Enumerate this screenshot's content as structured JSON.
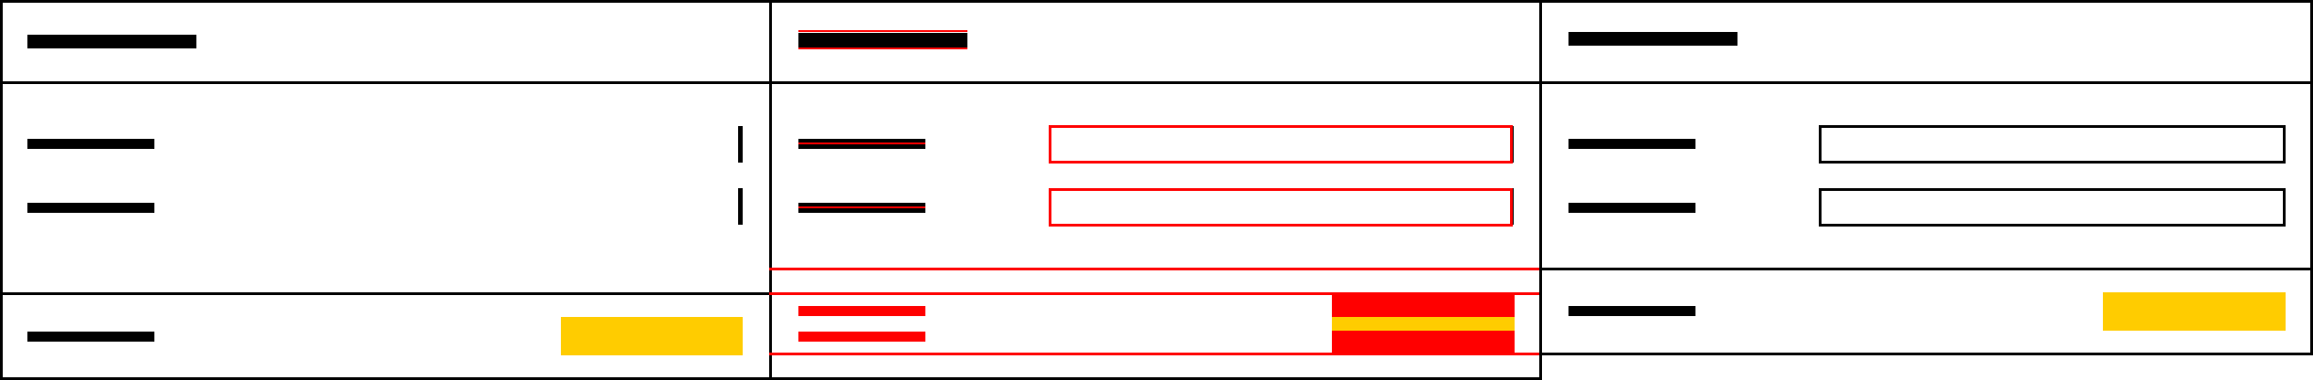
{
  "colors": {
    "ink": "#000000",
    "diff": "#ff0000",
    "accent": "#ffcc00",
    "background": "#ffffff"
  },
  "panels": [
    {
      "name": "panel-left",
      "state": "original"
    },
    {
      "name": "panel-middle",
      "state": "diff-overlay"
    },
    {
      "name": "panel-right",
      "state": "updated"
    }
  ]
}
